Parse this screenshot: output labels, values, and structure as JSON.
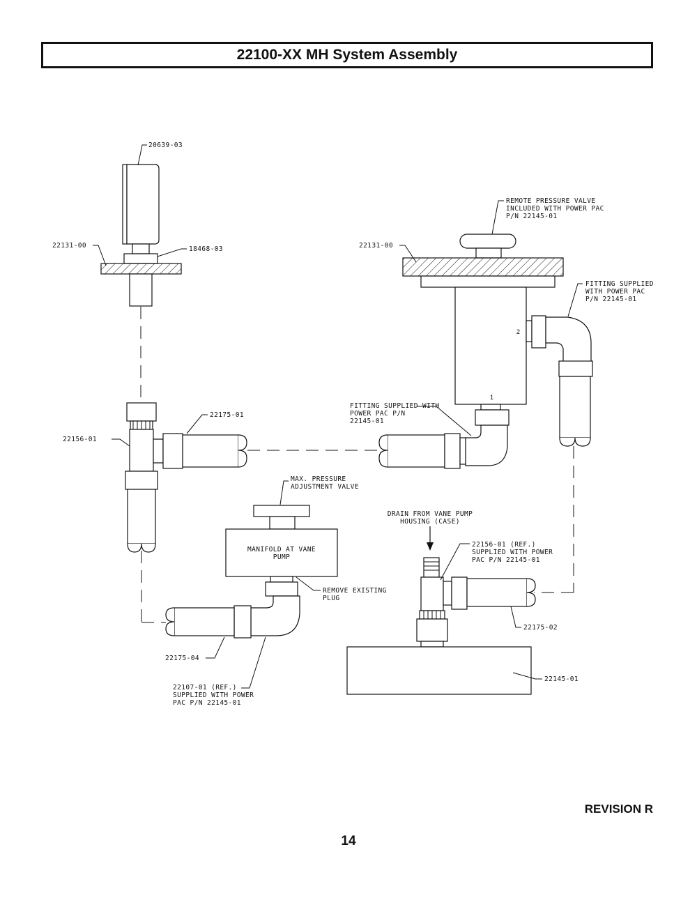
{
  "title": "22100-XX MH System Assembly",
  "revision": "REVISION R",
  "page_number": "14",
  "labels": {
    "gauge": "20639-03",
    "panel_left": "22131-00",
    "bushing": "18468-03",
    "panel_right": "22131-00",
    "remote_valve": [
      "REMOTE PRESSURE VALVE",
      "INCLUDED WITH POWER PAC",
      "P/N 22145-01"
    ],
    "fitting_right": [
      "FITTING SUPPLIED",
      "WITH POWER PAC",
      "P/N 22145-01"
    ],
    "port_2": "2",
    "port_1": "1",
    "fitting_bottom": [
      "FITTING SUPPLIED WITH",
      "POWER PAC P/N",
      "22145-01"
    ],
    "hose_22175_01": "22175-01",
    "tee_left": "22156-01",
    "max_pressure": [
      "MAX. PRESSURE",
      "ADJUSTMENT VALVE"
    ],
    "manifold": [
      "MANIFOLD AT VANE",
      "PUMP"
    ],
    "remove_plug": [
      "REMOVE EXISTING",
      "PLUG"
    ],
    "drain": [
      "DRAIN FROM VANE PUMP",
      "HOUSING (CASE)"
    ],
    "tee_ref": [
      "22156-01 (REF.)",
      "SUPPLIED WITH POWER",
      "PAC P/N 22145-01"
    ],
    "hose_22175_02": "22175-02",
    "hose_22175_04": "22175-04",
    "elbow_ref": [
      "22107-01 (REF.)",
      "SUPPLIED WITH POWER",
      "PAC P/N 22145-01"
    ],
    "power_pac": "22145-01"
  }
}
